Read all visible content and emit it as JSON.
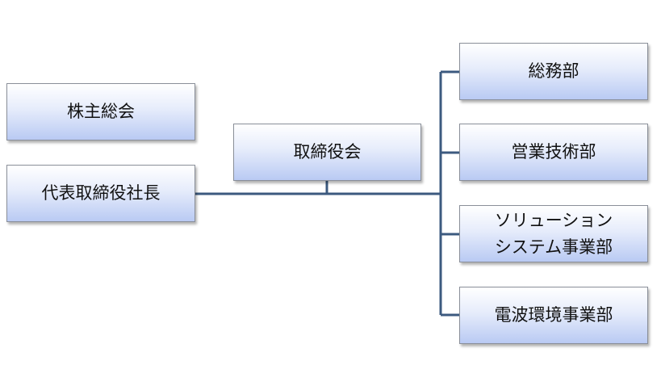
{
  "org_chart": {
    "shareholders_meeting": "株主総会",
    "president": "代表取締役社長",
    "board": "取締役会",
    "departments": [
      {
        "lines": [
          "総務部"
        ]
      },
      {
        "lines": [
          "営業技術部"
        ]
      },
      {
        "lines": [
          "ソリューション",
          "システム事業部"
        ]
      },
      {
        "lines": [
          "電波環境事業部"
        ]
      }
    ]
  },
  "colors": {
    "connector": "#3c5a7f",
    "box_border": "#8a8f99",
    "box_fill_top": "#ffffff",
    "box_fill_bottom": "#b9caf3"
  }
}
